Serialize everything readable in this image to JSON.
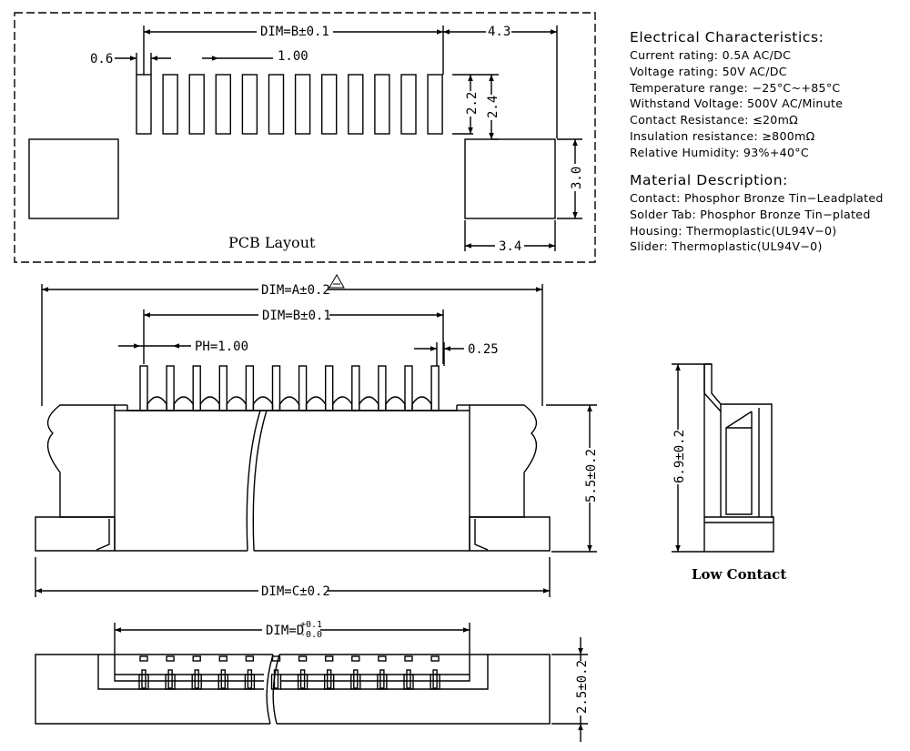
{
  "pcb": {
    "title": "PCB Layout",
    "dim_b": "DIM=B±0.1",
    "pad_width": "0.6",
    "pitch": "1.00",
    "dim_43": "4.3",
    "dim_22": "2.2",
    "dim_24": "2.4",
    "dim_30": "3.0",
    "dim_34": "3.4"
  },
  "front": {
    "dim_a": "DIM=A±0.2",
    "dim_b": "DIM=B±0.1",
    "pitch": "PH=1.00",
    "pin": "0.25",
    "height": "5.5±0.2",
    "dim_c": "DIM=C±0.2"
  },
  "side": {
    "height": "6.9±0.2",
    "caption": "Low Contact"
  },
  "bottom": {
    "dim_d": "DIM=D",
    "tol_plus": "+0.1",
    "tol_minus": "-0.0",
    "height": "2.5±0.2"
  },
  "electrical": {
    "title": "Electrical Characteristics:",
    "lines": [
      "Current rating: 0.5A AC/DC",
      "Voltage rating: 50V   AC/DC",
      "Temperature range: −25°C~+85°C",
      "Withstand Voltage: 500V AC/Minute",
      "Contact Resistance: ≤20mΩ",
      "Insulation resistance: ≥800mΩ",
      "Relative Humidity: 93%+40°C"
    ]
  },
  "material": {
    "title": "Material Description:",
    "lines": [
      "Contact: Phosphor Bronze Tin−Leadplated",
      "Solder Tab: Phosphor Bronze Tin−plated",
      "Housing: Thermoplastic(UL94V−0)",
      "Slider: Thermoplastic(UL94V−0)"
    ]
  }
}
